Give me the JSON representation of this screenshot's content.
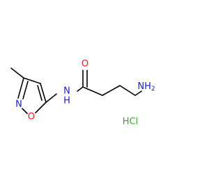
{
  "molecule": {
    "atoms": {
      "n_ring": "N",
      "o_ring": "O",
      "n_amide": "N",
      "h_amide": "H",
      "o_carbonyl": "O",
      "amine_group": "NH",
      "amine_subscript": "2"
    },
    "salt": "HCl",
    "colors": {
      "bond": "#000000",
      "nitrogen": "#1a1ad6",
      "oxygen": "#e0201c",
      "salt": "#3aa829"
    }
  }
}
